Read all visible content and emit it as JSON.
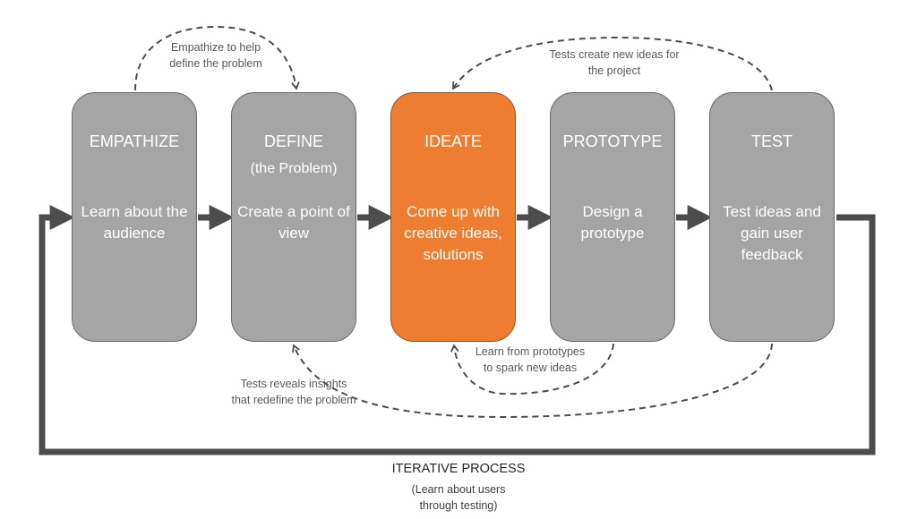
{
  "colors": {
    "stage_fill": "#a5a5a5",
    "active_fill": "#ed7d31",
    "arrow": "#4d4d4d",
    "note_text": "#595959"
  },
  "stages": [
    {
      "title": "EMPATHIZE",
      "subtitle": "",
      "description": "Learn about the audience",
      "active": false
    },
    {
      "title": "DEFINE",
      "subtitle": "(the Problem)",
      "description": "Create a point of view",
      "active": false
    },
    {
      "title": "IDEATE",
      "subtitle": "",
      "description": "Come up with creative ideas, solutions",
      "active": true
    },
    {
      "title": "PROTOTYPE",
      "subtitle": "",
      "description": "Design a prototype",
      "active": false
    },
    {
      "title": "TEST",
      "subtitle": "",
      "description": "Test ideas and gain user feedback",
      "active": false
    }
  ],
  "feedback_notes": {
    "empathize_to_define": "Empathize to help define the problem",
    "test_to_ideate": "Tests create new ideas for the project",
    "prototype_to_ideate": "Learn from prototypes to spark new ideas",
    "test_to_define": "Tests reveals insights that redefine the problem"
  },
  "footer": {
    "title": "ITERATIVE PROCESS",
    "subtitle": "(Learn about users through testing)"
  }
}
